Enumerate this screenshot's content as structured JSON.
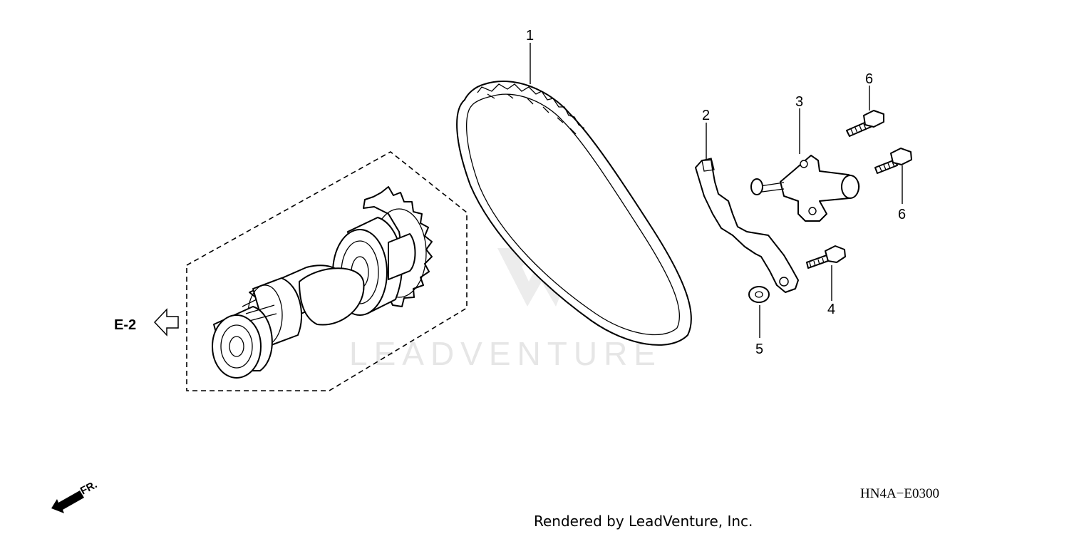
{
  "callouts": [
    {
      "id": "1"
    },
    {
      "id": "2"
    },
    {
      "id": "3"
    },
    {
      "id": "4"
    },
    {
      "id": "5"
    },
    {
      "id": "6"
    },
    {
      "id": "6"
    }
  ],
  "reference": {
    "label": "E-2"
  },
  "direction": {
    "label": "FR."
  },
  "diagram_code": "HN4A−E0300",
  "credit": "Rendered by LeadVenture, Inc.",
  "watermark": {
    "text": "LEADVENTURE"
  },
  "colors": {
    "line": "#000000",
    "background": "#ffffff",
    "watermark": "#e6e6e6"
  }
}
